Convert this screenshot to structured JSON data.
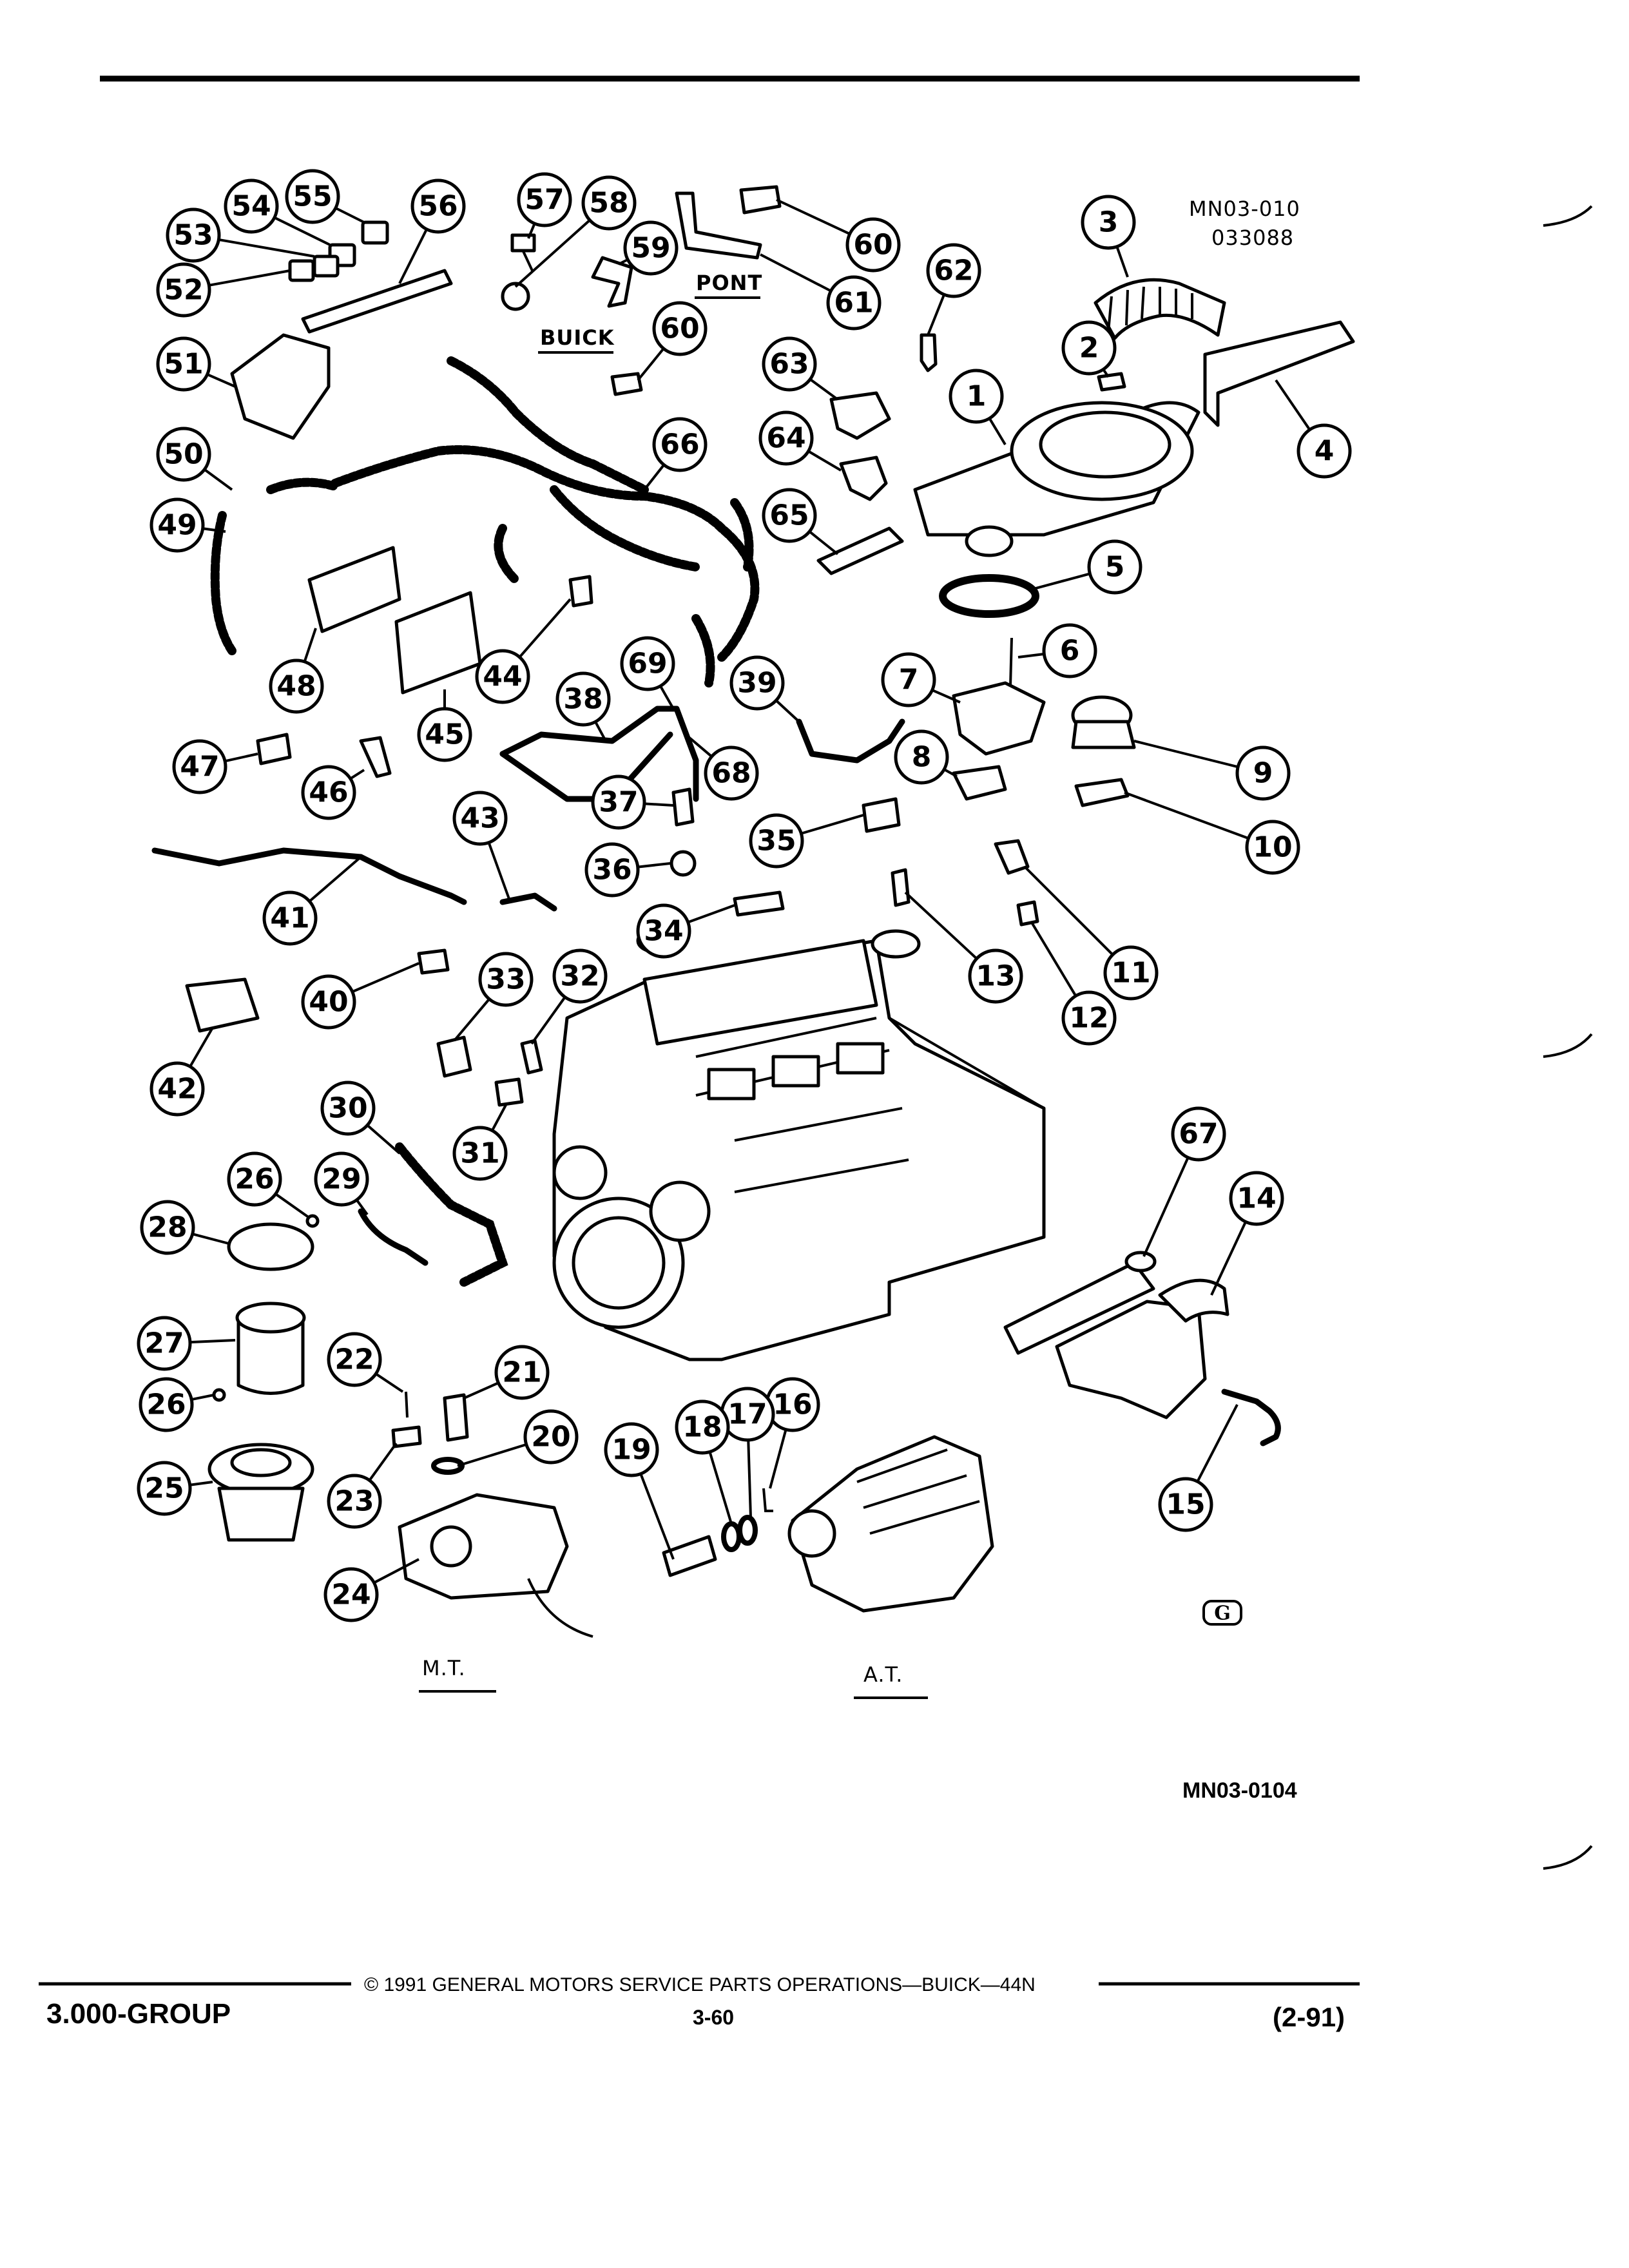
{
  "diagram": {
    "ref_top": "MN03-010",
    "ref_date": "033088",
    "labels": {
      "buick": "BUICK",
      "pont": "PONT",
      "mt": "M.T.",
      "at": "A.T."
    },
    "ref_bottom": "MN03-0104",
    "logo_letter": "G",
    "callouts": [
      "1",
      "2",
      "3",
      "4",
      "5",
      "6",
      "7",
      "8",
      "9",
      "10",
      "11",
      "12",
      "13",
      "14",
      "15",
      "16",
      "17",
      "18",
      "19",
      "20",
      "21",
      "22",
      "23",
      "24",
      "25",
      "26",
      "26",
      "27",
      "28",
      "29",
      "30",
      "31",
      "32",
      "33",
      "34",
      "35",
      "36",
      "37",
      "38",
      "39",
      "40",
      "41",
      "42",
      "43",
      "44",
      "45",
      "46",
      "47",
      "48",
      "49",
      "50",
      "51",
      "52",
      "53",
      "54",
      "55",
      "56",
      "57",
      "58",
      "59",
      "60",
      "60",
      "61",
      "62",
      "63",
      "64",
      "65",
      "66",
      "67",
      "68",
      "69"
    ]
  },
  "footer": {
    "copyright": "© 1991 GENERAL MOTORS SERVICE PARTS OPERATIONS—BUICK—44N",
    "group": "3.000-GROUP",
    "page": "3-60",
    "revision": "(2-91)"
  }
}
